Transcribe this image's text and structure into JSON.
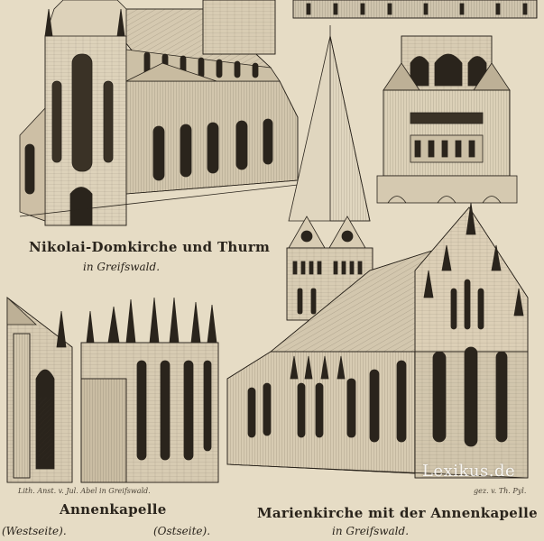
{
  "captions": {
    "nikolai_title": "Nikolai-Domkirche und Thurm",
    "nikolai_sub": "in Greifswald.",
    "annenkapelle": "Annenkapelle",
    "westseite": "(Westseite).",
    "ostseite": "(Ostseite).",
    "marien_title": "Marienkirche mit der Annenkapelle",
    "marien_sub": "in Greifswald.",
    "lith_credit": "Lith. Anst. v. Jul. Abel in Greifswald.",
    "artist_credit": "gez. v. Th. Pyl."
  },
  "watermark": "Lexikus.de",
  "colors": {
    "paper": "#e6dcc5",
    "ink": "#2a241c",
    "shade": "#b9ad96",
    "light": "#ded3bb"
  }
}
